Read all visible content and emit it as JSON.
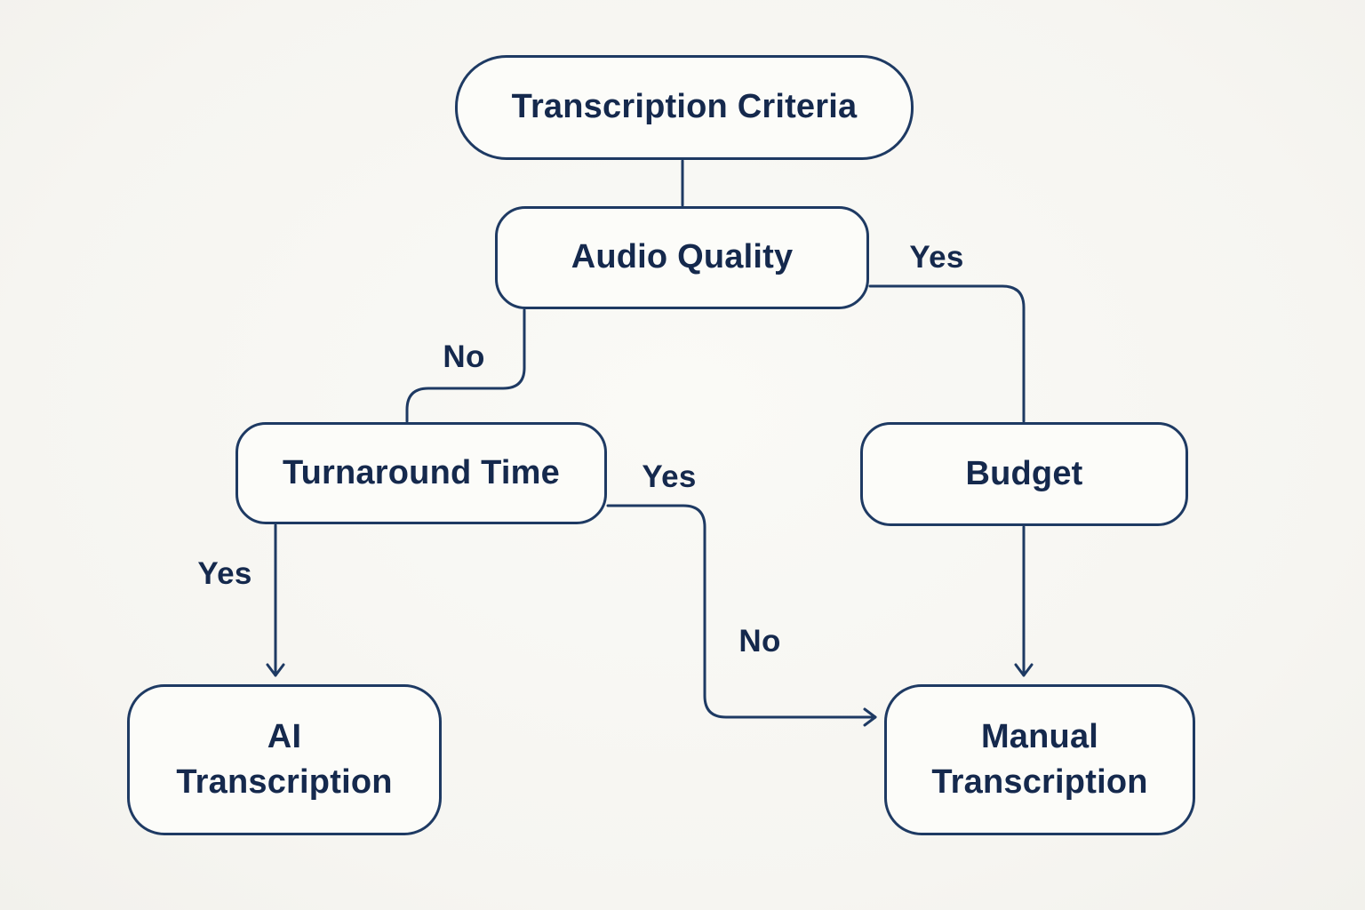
{
  "colors": {
    "background": "#f6f5f1",
    "node_fill": "#fcfcf9",
    "line": "#1e3a63",
    "text": "#15294d"
  },
  "nodes": {
    "transcription_criteria": {
      "label": "Transcription Criteria"
    },
    "audio_quality": {
      "label": "Audio Quality"
    },
    "turnaround_time": {
      "label": "Turnaround Time"
    },
    "budget": {
      "label": "Budget"
    },
    "ai_transcription": {
      "lines": [
        "AI",
        "Transcription"
      ]
    },
    "manual_transcription": {
      "lines": [
        "Manual",
        "Transcription"
      ]
    }
  },
  "edge_labels": {
    "audio_quality_yes": "Yes",
    "audio_quality_no": "No",
    "turnaround_time_yes": "Yes",
    "turnaround_right_start": "Yes",
    "turnaround_right_mid": "No"
  }
}
